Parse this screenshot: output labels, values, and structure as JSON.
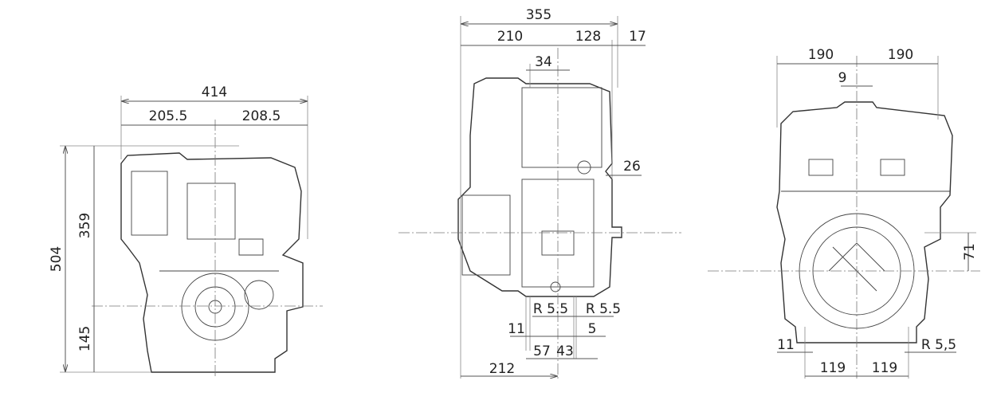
{
  "front_view": {
    "width_total": "414",
    "width_left": "205.5",
    "width_right": "208.5",
    "height_total": "504",
    "height_upper": "359",
    "height_lower": "145"
  },
  "side_view": {
    "length_total": "355",
    "length_a": "210",
    "length_b": "128",
    "length_c": "17",
    "offset_top": "34",
    "offset_shaft": "26",
    "radius_left": "R 5.5",
    "radius_right": "R 5.5",
    "dim_11": "11",
    "dim_5": "5",
    "dim_57": "57",
    "dim_43": "43",
    "dim_212": "212"
  },
  "rear_view": {
    "width_left": "190",
    "width_right": "190",
    "offset_top": "9",
    "height_shaft": "71",
    "dim_11": "11",
    "radius": "R 5,5",
    "base_left": "119",
    "base_right": "119"
  }
}
